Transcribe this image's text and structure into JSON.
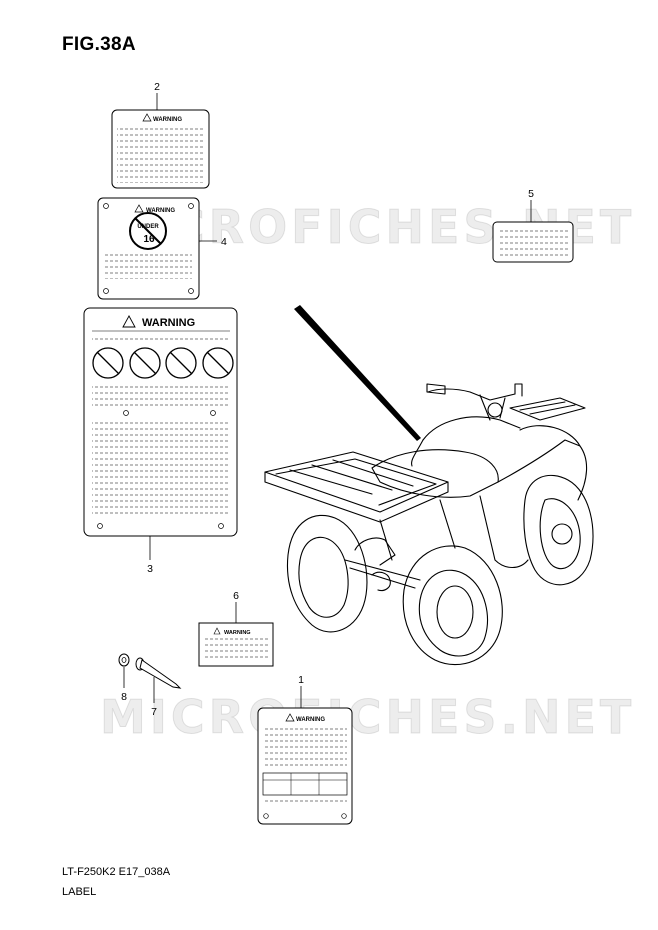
{
  "figure": {
    "title": "FIG.38A"
  },
  "footer": {
    "code": "LT-F250K2 E17_038A",
    "label": "LABEL"
  },
  "watermark": "MICROFICHES.NET",
  "labels": {
    "warning_word": "WARNING",
    "under_word": "UNDER",
    "age": "16"
  },
  "callouts": [
    "1",
    "2",
    "3",
    "4",
    "5",
    "6",
    "7",
    "8"
  ]
}
